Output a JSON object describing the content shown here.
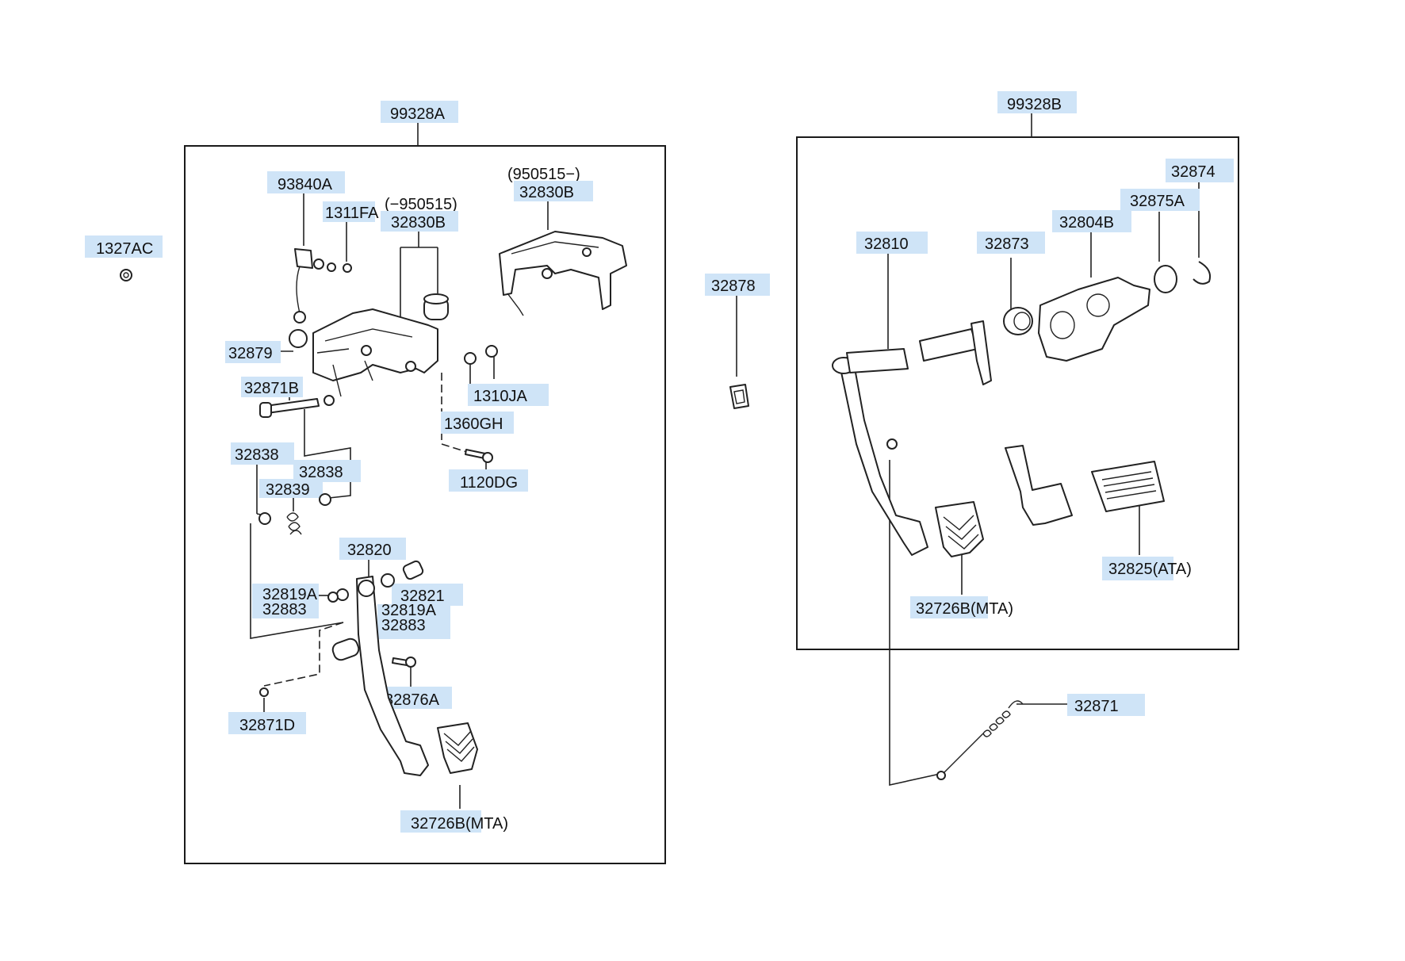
{
  "assemblies": {
    "left": {
      "code": "99328A"
    },
    "right": {
      "code": "99328B"
    }
  },
  "standalone": {
    "nut_code": "1327AC",
    "stopper_code": "32878"
  },
  "left_parts": {
    "switch": "93840A",
    "bolt_1311": "1311FA",
    "bracket_note_before": "(−950515)",
    "bracket_before": "32830B",
    "bracket_note_after": "(950515−)",
    "bracket_after": "32830B",
    "bushing_32879": "32879",
    "bolt_32871b": "32871B",
    "nut_1310": "1310JA",
    "washer_1360": "1360GH",
    "bolt_1120": "1120DG",
    "spring_seat_a": "32838",
    "spring_seat_b": "32838",
    "spring": "32839",
    "pedal": "32820",
    "bushing_a_left": "32819A",
    "sleeve_left": "32883",
    "pin": "32821",
    "bushing_a_right": "32819A",
    "sleeve_right": "32883",
    "clip": "32871D",
    "stopper_bolt": "32876A",
    "pad": "32726B(MTA)"
  },
  "right_parts": {
    "arm": "32810",
    "bushing": "32873",
    "member": "32804B",
    "washer": "32875A",
    "snap_ring": "32874",
    "pad_ata": "32825(ATA)",
    "pad_mta": "32726B(MTA)",
    "return_spring": "32871"
  },
  "colors": {
    "label_highlight": "#cfe4f7",
    "line": "#222222",
    "background": "#ffffff"
  }
}
